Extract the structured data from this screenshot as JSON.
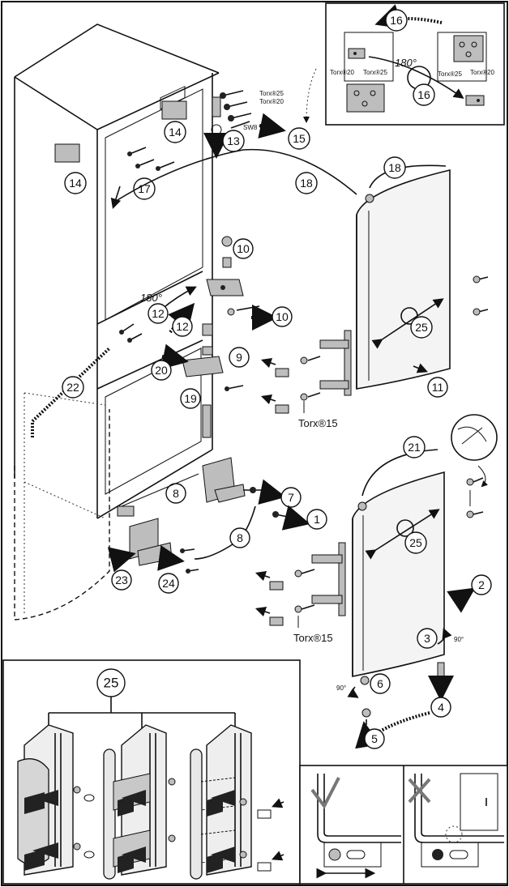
{
  "callouts": {
    "n1": "1",
    "n2": "2",
    "n3": "3",
    "n4": "4",
    "n5": "5",
    "n6": "6",
    "n7": "7",
    "n8a": "8",
    "n8b": "8",
    "n9": "9",
    "n10a": "10",
    "n10b": "10",
    "n11": "11",
    "n12a": "12",
    "n12b": "12",
    "n13": "13",
    "n14a": "14",
    "n14b": "14",
    "n15": "15",
    "n16a": "16",
    "n16b": "16",
    "n17": "17",
    "n18a": "18",
    "n18b": "18",
    "n19": "19",
    "n20": "20",
    "n21": "21",
    "n22": "22",
    "n23": "23",
    "n24": "24",
    "n25a": "25",
    "n25b": "25",
    "n25c": "25"
  },
  "labels": {
    "torx_upper": "Torx®15",
    "torx_lower": "Torx®15",
    "torx25_a": "Torx®25",
    "torx20_a": "Torx®20",
    "torx25_b": "Torx®25",
    "torx20_b": "Torx®20",
    "torx25_c": "Torx®25",
    "torx20_c": "Torx®20",
    "sw8": "SW8",
    "deg180_a": "180°",
    "deg180_b": "180°",
    "deg90_a": "90°",
    "deg90_b": "90°"
  },
  "colors": {
    "line": "#111111",
    "metal": "#bdbdbd",
    "background": "#ffffff"
  },
  "icons": {
    "ok": "check-mark-icon",
    "wrong": "cross-mark-icon"
  }
}
